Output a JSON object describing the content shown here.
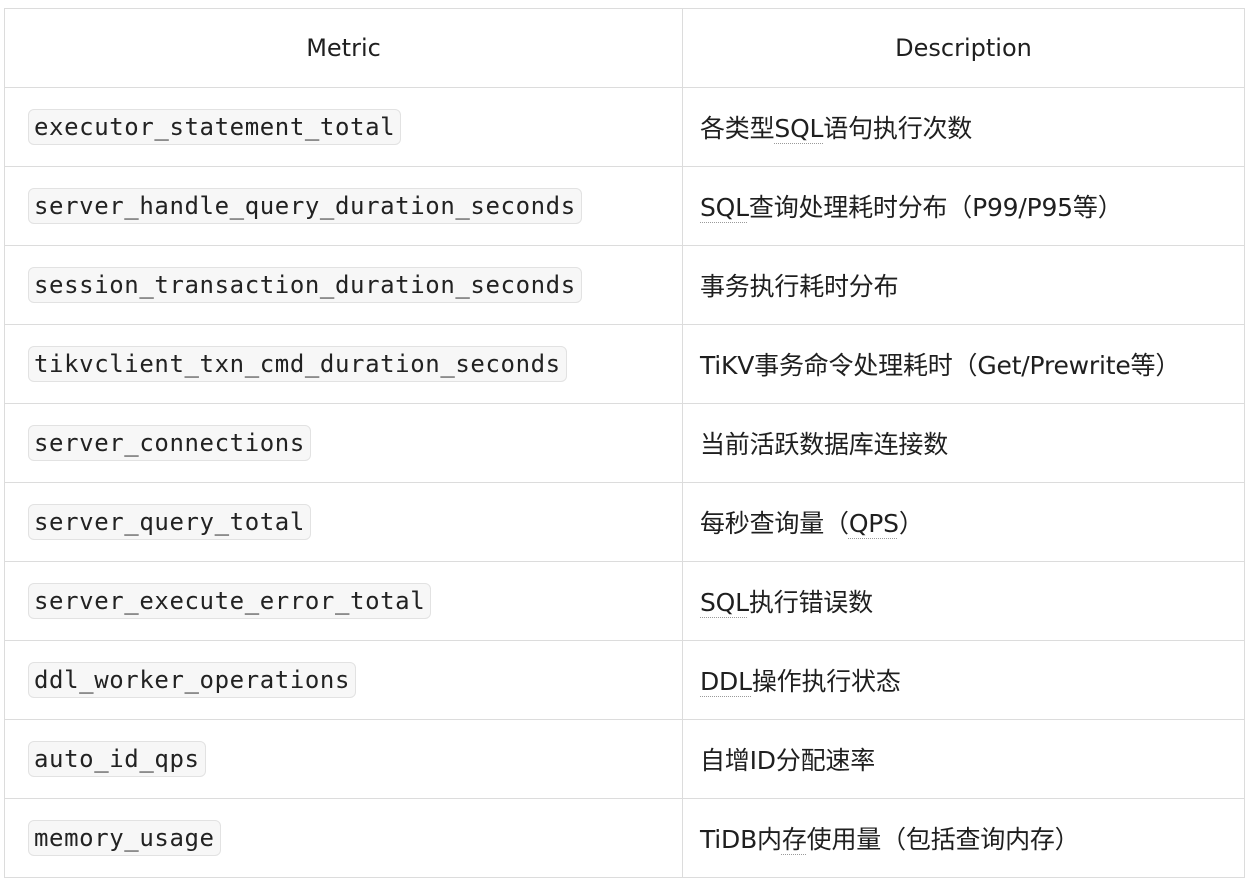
{
  "table": {
    "headers": {
      "metric": "Metric",
      "description": "Description"
    },
    "rows": [
      {
        "metric": "executor_statement_total",
        "desc_pre": "各类型",
        "desc_abbr": "SQL",
        "desc_post": "语句执行次数"
      },
      {
        "metric": "server_handle_query_duration_seconds",
        "desc_pre": "",
        "desc_abbr": "SQL",
        "desc_post": "查询处理耗时分布（P99/P95等）"
      },
      {
        "metric": "session_transaction_duration_seconds",
        "desc_pre": "事务执行耗时分布",
        "desc_abbr": "",
        "desc_post": ""
      },
      {
        "metric": "tikvclient_txn_cmd_duration_seconds",
        "desc_pre": "TiKV事务命令处理耗时（Get/Prewrite等）",
        "desc_abbr": "",
        "desc_post": ""
      },
      {
        "metric": "server_connections",
        "desc_pre": "当前活跃数据库连接数",
        "desc_abbr": "",
        "desc_post": ""
      },
      {
        "metric": "server_query_total",
        "desc_pre": "每秒查询量（",
        "desc_abbr": "QPS",
        "desc_post": "）"
      },
      {
        "metric": "server_execute_error_total",
        "desc_pre": "",
        "desc_abbr": "SQL",
        "desc_post": "执行错误数"
      },
      {
        "metric": "ddl_worker_operations",
        "desc_pre": "",
        "desc_abbr": "DDL",
        "desc_post": "操作执行状态"
      },
      {
        "metric": "auto_id_qps",
        "desc_pre": "自增ID分配速率",
        "desc_abbr": "",
        "desc_post": ""
      },
      {
        "metric": "memory_usage",
        "desc_pre": "TiDB内",
        "desc_abbr": "存",
        "desc_post": "使用量（包括查询内存）"
      }
    ]
  }
}
